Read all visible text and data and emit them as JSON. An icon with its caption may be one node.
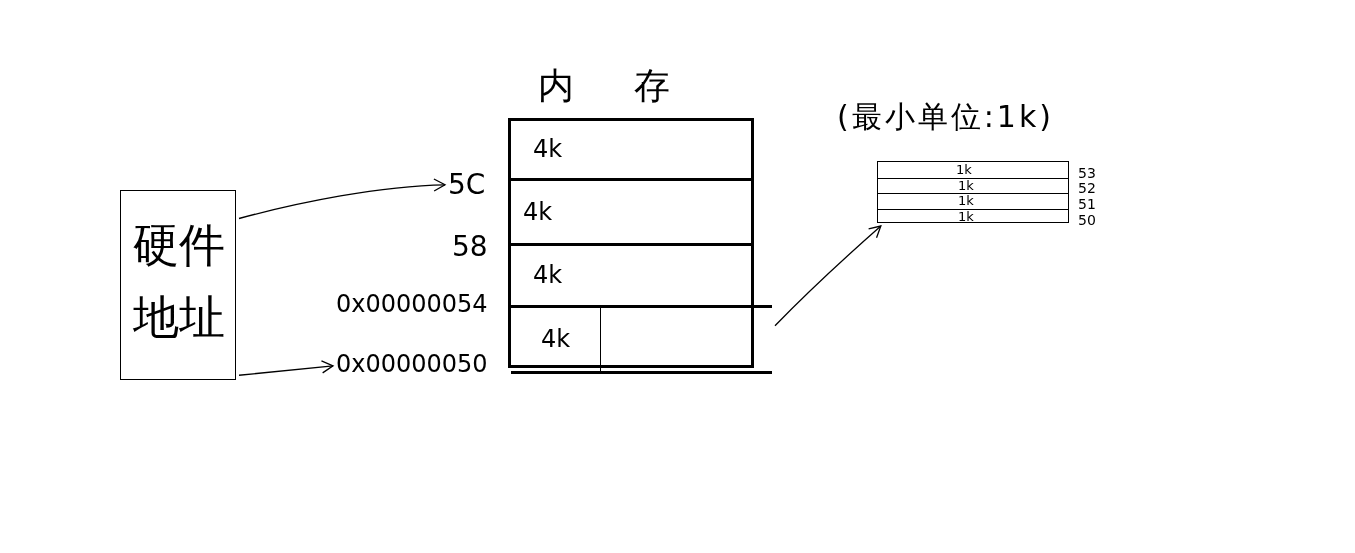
{
  "diagram": {
    "nodes": [
      {
        "text": [
          "硬件地址"
        ]
      },
      {
        "text": [
          "5C"
        ]
      },
      {
        "text": [
          "0x00000050"
        ]
      },
      {
        "text": [
          "内存"
        ]
      },
      {
        "text": [
          "4k"
        ],
        "in": 3
      },
      {
        "text": [
          "4k"
        ],
        "in": 3
      },
      {
        "text": [
          "4k"
        ],
        "in": 3
      },
      {
        "text": [
          "4k"
        ],
        "in": 3
      },
      {
        "text": [
          "(最小单位:1k)"
        ]
      },
      {
        "text": [
          "1k"
        ],
        "in": 8
      },
      {
        "text": [
          "1k"
        ],
        "in": 8
      },
      {
        "text": [
          "1k"
        ],
        "in": 8
      },
      {
        "text": [
          "1k"
        ],
        "in": 8
      }
    ],
    "edges": [
      {
        "from": 0,
        "to": 1,
        "arrow": "to"
      },
      {
        "from": 0,
        "to": 2,
        "arrow": "to"
      },
      {
        "from": 7,
        "to": 8,
        "arrow": "to"
      }
    ],
    "labels": [
      "58",
      "0x00000054",
      "53",
      "52",
      "51",
      "50"
    ]
  }
}
